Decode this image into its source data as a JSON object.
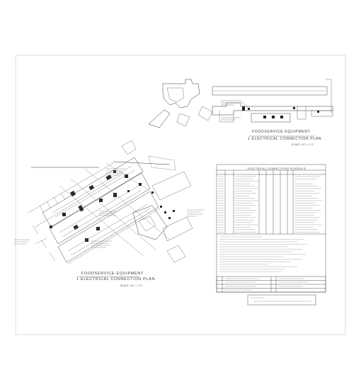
{
  "drawing": {
    "main_plan": {
      "title_line1": "FOODSERVICE EQUIPMENT",
      "title_line2": "1 ELECTRICAL CONNECTION PLAN",
      "scale": "SCALE: 1/4\" = 1'-0\""
    },
    "upper_plan": {
      "title_line1": "FOODSERVICE EQUIPMENT",
      "title_line2": "1 ELECTRICAL CONNECTION PLAN",
      "scale": "SCALE: 1/4\" = 1'-0\""
    },
    "schedule": {
      "title": "ELECTRICAL CONNECTIONS SCHEDULE"
    }
  },
  "colors": {
    "paper": "#ffffff",
    "linework": "#333333",
    "light_linework": "#9a9a9a",
    "text": "#444444"
  }
}
